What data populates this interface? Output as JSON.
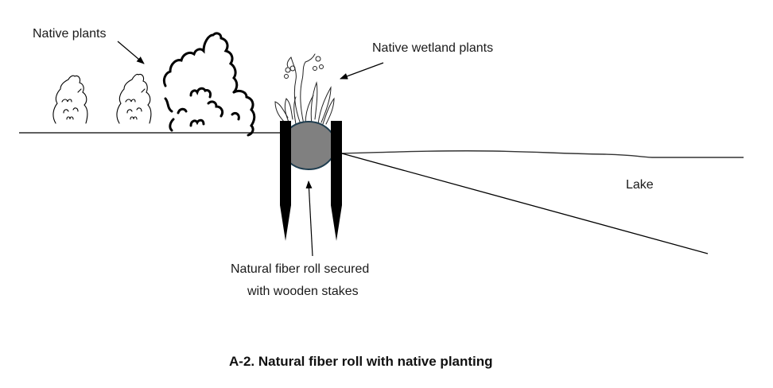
{
  "labels": {
    "native_plants": "Native plants",
    "native_wetland_plants": "Native wetland plants",
    "lake": "Lake",
    "fiber_roll_line1": "Natural fiber roll secured",
    "fiber_roll_line2": "with wooden stakes"
  },
  "caption": "A-2. Natural fiber roll with native planting",
  "colors": {
    "fiber_roll_fill": "#808080",
    "fiber_roll_outline": "#1f3d4f",
    "stakes": "#000000",
    "lines": "#000000"
  }
}
